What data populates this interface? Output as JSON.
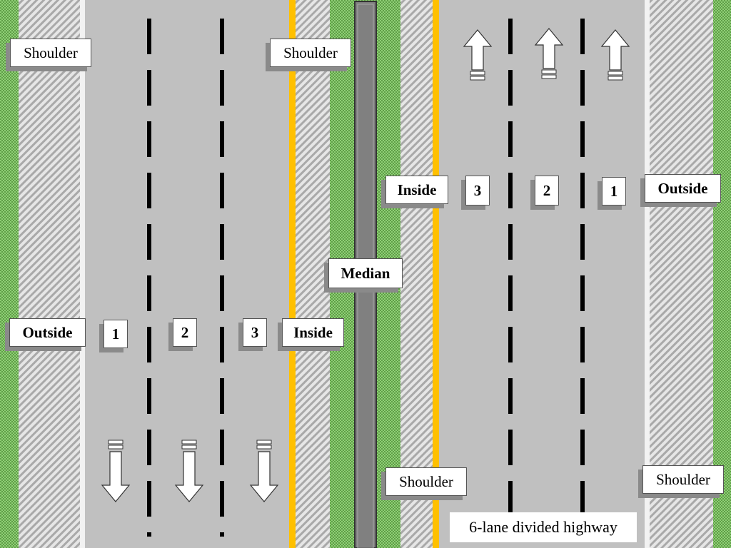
{
  "diagram": {
    "caption": "6-lane divided highway",
    "median_label": "Median",
    "shoulder_label": "Shoulder",
    "outside_label": "Outside",
    "inside_label": "Inside",
    "lane_numbers": [
      "1",
      "2",
      "3"
    ],
    "directions": {
      "left": "down-arrow-icon",
      "right": "up-arrow-icon"
    },
    "colors": {
      "grass": "#6aa84f",
      "pavement": "#c0c0c0",
      "shoulder": "#d9d9d9",
      "edge_line": "#ffc000",
      "lane_dash": "#000000",
      "median_barrier": "#808080"
    }
  }
}
